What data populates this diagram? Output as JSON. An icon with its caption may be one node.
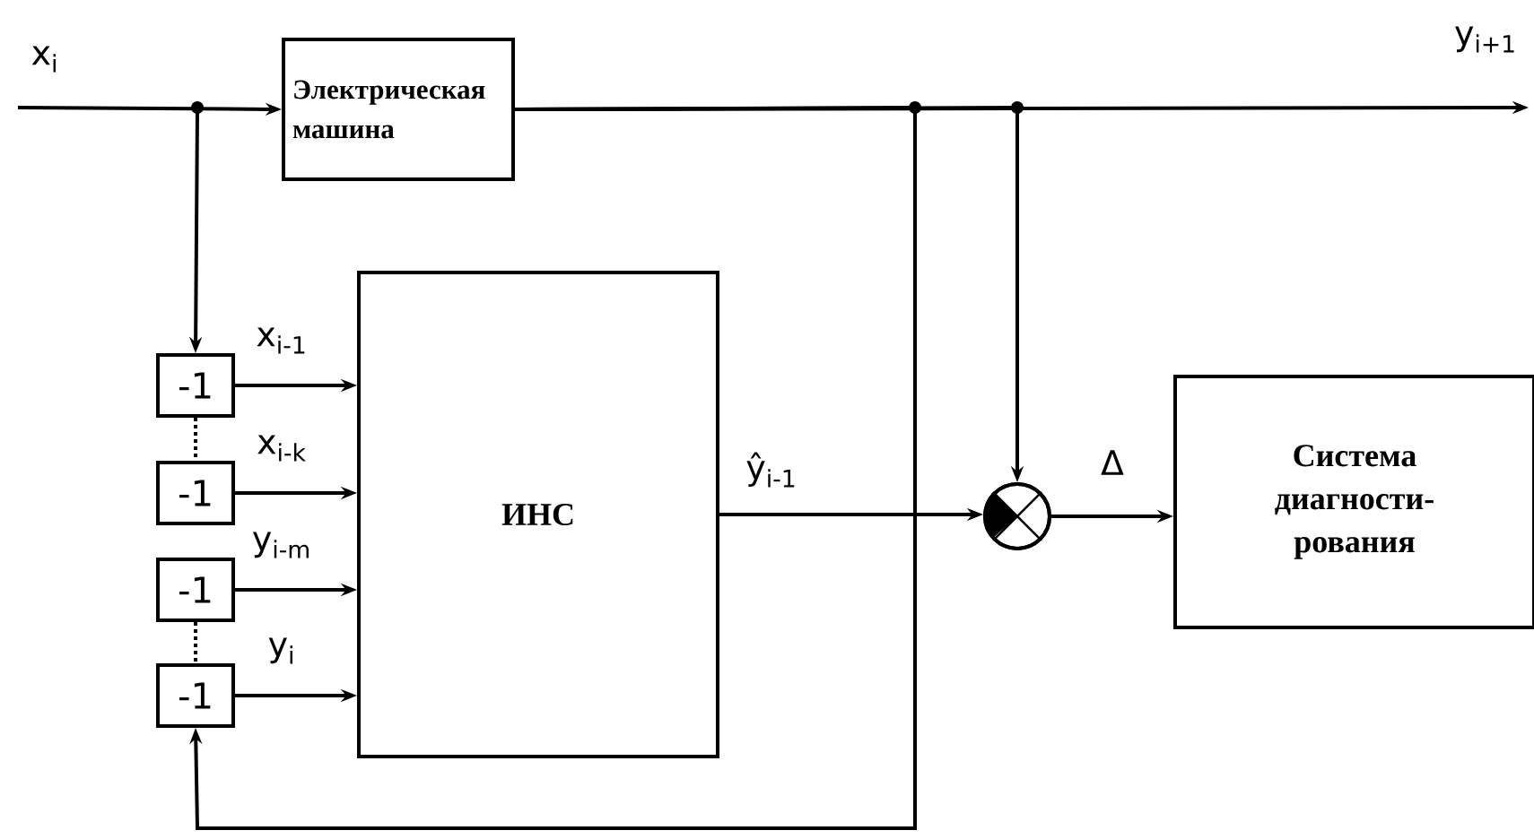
{
  "diagram": {
    "nodes": [
      {
        "text": [
          "Электрическая машина"
        ]
      },
      {
        "text": [
          "ИНС"
        ]
      },
      {
        "text": [
          "-1"
        ]
      },
      {
        "text": [
          "-1"
        ]
      },
      {
        "text": [
          "-1"
        ]
      },
      {
        "text": [
          "-1"
        ]
      },
      {
        "text": [],
        "shape": "circle"
      },
      {
        "text": [
          "Система диагности-рования"
        ]
      }
    ],
    "edges": [
      {
        "from": null,
        "to": 0,
        "arrow": "to",
        "label": "x$_{i}$"
      },
      {
        "from": null,
        "to": 2,
        "arrow": "to"
      },
      {
        "from": 0,
        "to": null,
        "arrow": "to",
        "label": "y$_{i+1}$"
      },
      {
        "from": 0,
        "to": 6,
        "arrow": "to"
      },
      {
        "from": 0,
        "to": 5,
        "arrow": "to"
      },
      {
        "from": 2,
        "to": 1,
        "arrow": "to",
        "label": "x$_{i-1}$"
      },
      {
        "from": 3,
        "to": 1,
        "arrow": "to",
        "label": "x$_{i-k}$"
      },
      {
        "from": 4,
        "to": 1,
        "arrow": "to",
        "label": "y$_{i-m}$"
      },
      {
        "from": 5,
        "to": 1,
        "arrow": "to",
        "label": "y$_{i}$"
      },
      {
        "from": 2,
        "to": 3,
        "arrow": "none",
        "style": "dashed"
      },
      {
        "from": 4,
        "to": 5,
        "arrow": "none",
        "style": "dashed"
      },
      {
        "from": 1,
        "to": 6,
        "arrow": "to",
        "label": "ŷ$_{i-1}$"
      },
      {
        "from": 6,
        "to": 7,
        "arrow": "to",
        "label": "Δ"
      }
    ]
  }
}
